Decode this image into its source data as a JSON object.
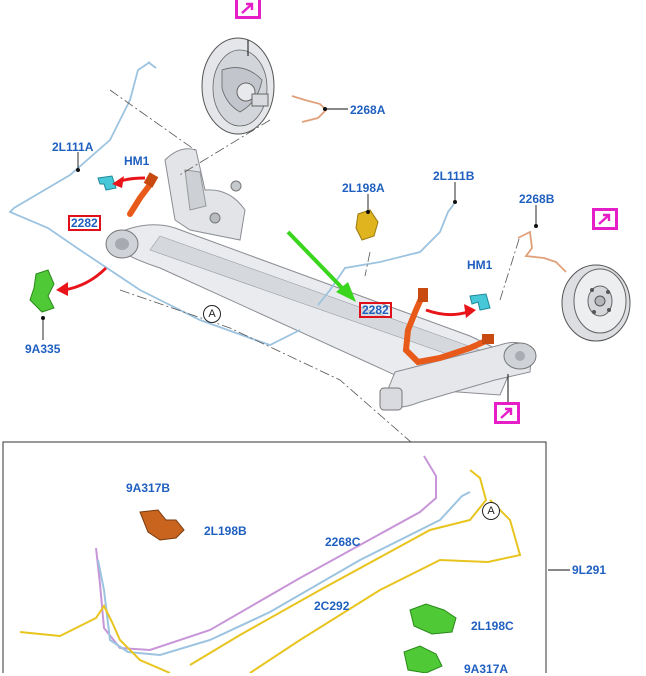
{
  "labels": {
    "p2268A": "2268A",
    "p2L111A": "2L111A",
    "pHM1_left": "HM1",
    "p2282_left": "2282",
    "p9A335": "9A335",
    "p2L198A": "2L198A",
    "p2L111B": "2L111B",
    "p2268B": "2268B",
    "pHM1_right": "HM1",
    "p2282_right": "2282",
    "pA_top": "A",
    "p9A317B": "9A317B",
    "p2L198B": "2L198B",
    "p2268C": "2268C",
    "p2C292": "2C292",
    "p9L291": "9L291",
    "pA_detail": "A",
    "p2L198C": "2L198C",
    "p9A317A": "9A317A"
  },
  "colors": {
    "label_text": "#1f5fbf",
    "highlight_box": "#e0101a",
    "view_icon": "#e61ec8",
    "callout_arrow": "#e8141a",
    "direction_arrow": "#3ad61e",
    "brake_hose": "#e85a1a",
    "clip": "#46c8d8",
    "bracket_green": "#4fc936",
    "bracket_orange": "#c8641e",
    "bracket_yellow": "#e0b41e",
    "pipe_blue": "#9cc3e0",
    "pipe_copper": "#e0a07a",
    "pipe_yellow": "#e8c41e",
    "pipe_purple": "#c896d8"
  },
  "icons": [
    "view-direction-icon",
    "reference-circle-icon",
    "callout-arrow-icon"
  ]
}
